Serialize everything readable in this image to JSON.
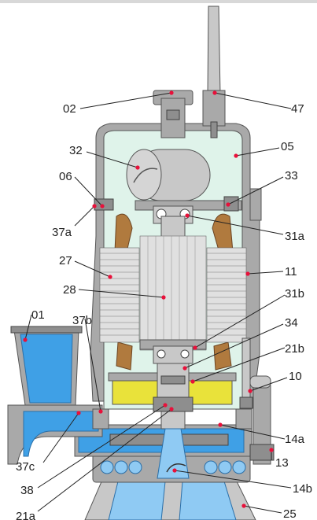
{
  "labels": {
    "l01": "01",
    "l02": "02",
    "l05": "05",
    "l06": "06",
    "l10": "10",
    "l11": "11",
    "l13": "13",
    "l14a": "14a",
    "l14b": "14b",
    "l21a": "21a",
    "l21b": "21b",
    "l25": "25",
    "l27": "27",
    "l28": "28",
    "l31a": "31a",
    "l31b": "31b",
    "l32": "32",
    "l33": "33",
    "l34": "34",
    "l37a": "37a",
    "l37b": "37b",
    "l37c": "37c",
    "l38": "38",
    "l47": "47"
  },
  "colors": {
    "casing": "#a9a9a9",
    "water": "#3fa0e6",
    "oil": "#e9e23a",
    "motor_cavity": "#dff3ea",
    "marker": "#e8103a"
  }
}
